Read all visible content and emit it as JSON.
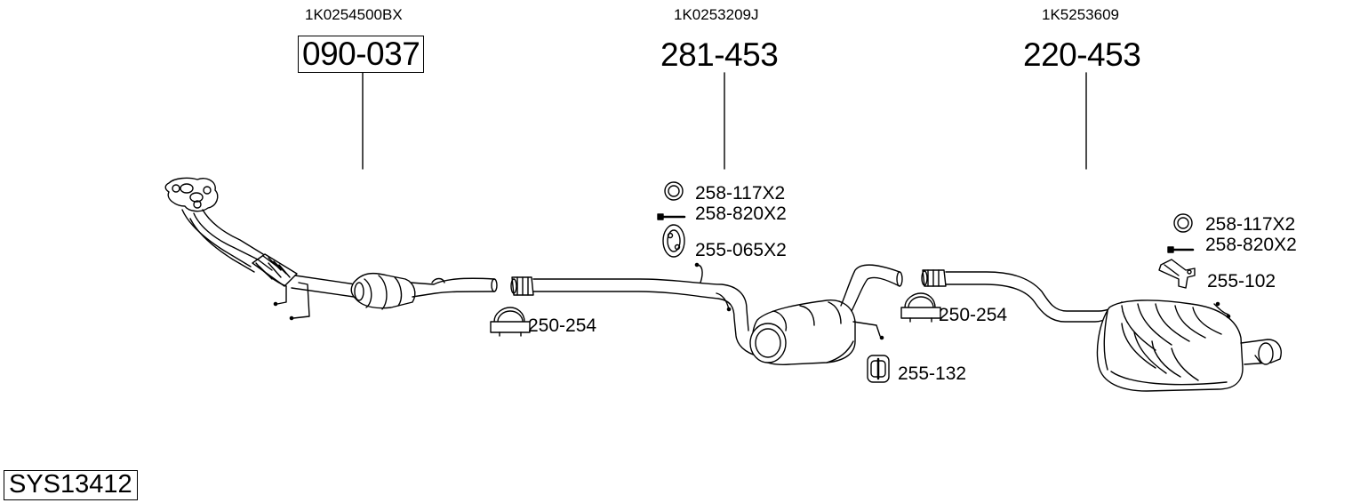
{
  "parts": [
    {
      "oem": "1K0254500BX",
      "number": "090-037",
      "boxed": true
    },
    {
      "oem": "1K0253209J",
      "number": "281-453",
      "boxed": false
    },
    {
      "oem": "1K5253609",
      "number": "220-453",
      "boxed": false
    }
  ],
  "accessories": {
    "clamp_left": "250-254",
    "ring_center": "258-117X2",
    "bolt_center": "258-820X2",
    "hanger_center": "255-065X2",
    "clamp_right": "250-254",
    "hanger_rear_mid": "255-132",
    "ring_rear": "258-117X2",
    "bolt_rear": "258-820X2",
    "bracket_rear": "255-102"
  },
  "system_id": "SYS13412"
}
